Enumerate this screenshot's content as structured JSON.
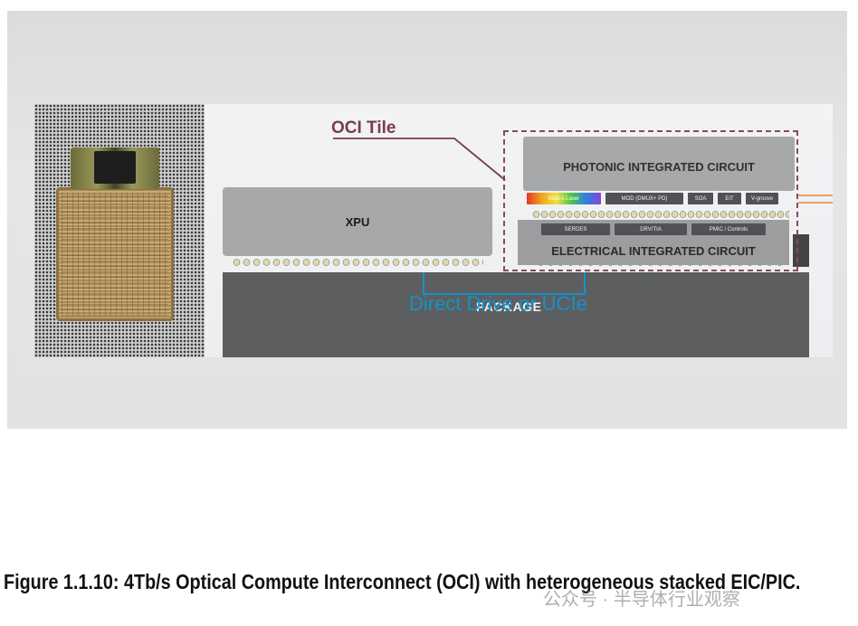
{
  "diagram": {
    "oci_tile_label": "OCI Tile",
    "pic_label": "PHOTONIC INTEGRATED CIRCUIT",
    "eic_label": "ELECTRICAL INTEGRATED CIRCUIT",
    "xpu_label": "XPU",
    "package_label": "PACKAGE",
    "direct_drive_label": "Direct Drive or UCIe",
    "pic_blocks": [
      "Multi-λ Laser",
      "MOD (DMUX+ PD)",
      "SOA",
      "EIT",
      "V-groove"
    ],
    "eic_blocks": [
      "SERDES",
      "DRV/TIA",
      "PMIC / Controls"
    ],
    "colors": {
      "oci_accent": "#7a3b4e",
      "ucie_accent": "#1493c9",
      "package": "#5d5e60",
      "chip": "#a7a8aa"
    }
  },
  "caption": "Figure 1.1.10: 4Tb/s Optical Compute Interconnect (OCI) with heterogeneous stacked EIC/PIC.",
  "watermark": "公众号 · 半导体行业观察"
}
